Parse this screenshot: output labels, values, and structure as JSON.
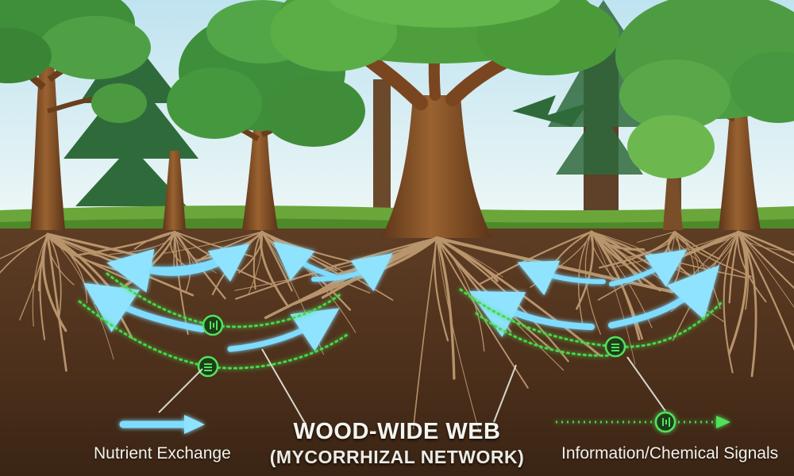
{
  "title": "WOOD-WIDE WEB",
  "subtitle": "(MYCORRHIZAL NETWORK)",
  "legend": {
    "nutrient_label": "Nutrient Exchange",
    "info_label": "Information/Chemical Signals"
  },
  "colors": {
    "sky_top": "#bfe3f0",
    "sky_bottom": "#e8f5f8",
    "grass": "#6aa63a",
    "soil": "#5a3a22",
    "soil_dark": "#3e2616",
    "root": "#caa57a",
    "nutrient_arrow": "#6fd6ff",
    "signal_line": "#45d94a",
    "bark": "#7a4a22",
    "foliage": "#3f8f3a"
  },
  "icons": {
    "node_symbol": "signal-node-icon"
  }
}
